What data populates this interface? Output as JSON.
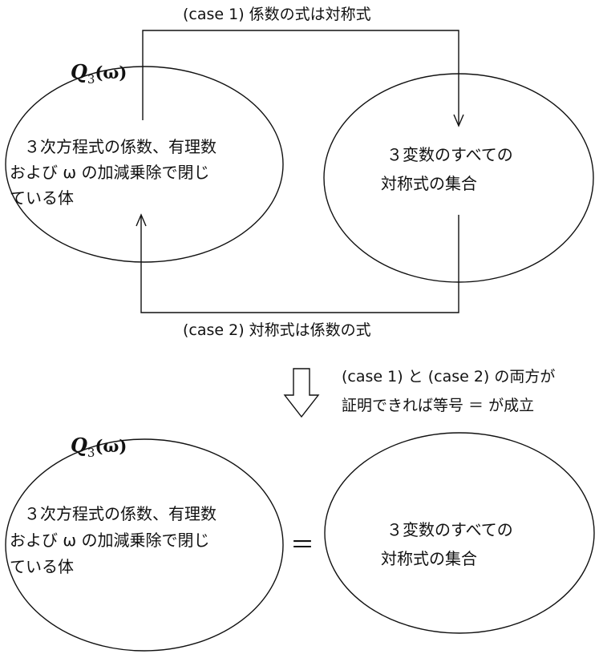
{
  "top": {
    "case1_label": "(case 1)  係数の式は対称式",
    "case2_label": "(case 2)  対称式は係数の式",
    "field_symbol": "Q",
    "field_subscript": "3",
    "field_argument": "(ω)",
    "left_text": [
      "３次方程式の係数、有理数",
      "および ω の加減乗除で閉じ",
      "ている体"
    ],
    "right_text": [
      "３変数のすべての",
      "対称式の集合"
    ]
  },
  "middle": {
    "note_lines": [
      "(case 1) と (case 2) の両方が",
      "証明できれば等号 ＝ が成立"
    ]
  },
  "bottom": {
    "field_symbol": "Q",
    "field_subscript": "3",
    "field_argument": "(ω)",
    "left_text": [
      "３次方程式の係数、有理数",
      "および ω の加減乗除で閉じ",
      "ている体"
    ],
    "equals_sign": "＝",
    "right_text": [
      "３変数のすべての",
      "対称式の集合"
    ]
  }
}
